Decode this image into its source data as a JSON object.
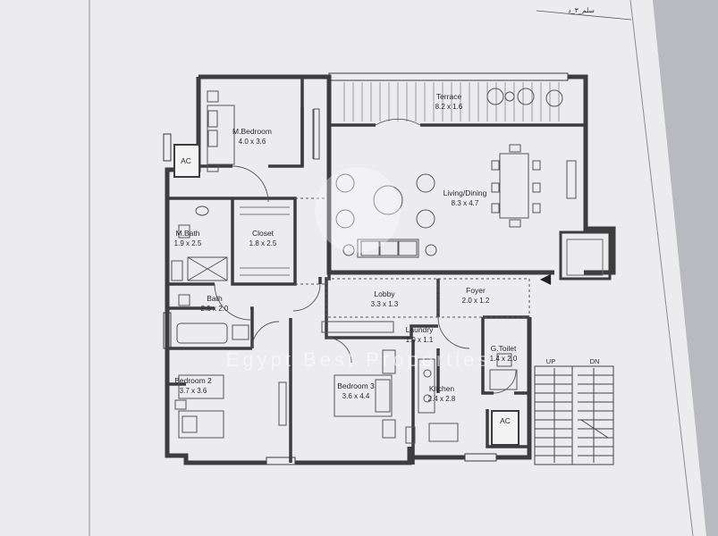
{
  "header_script": "سلم_٣_د",
  "watermark": "Egypt Best Properties",
  "entrance_arrow": "◀",
  "rooms": {
    "master_bedroom": {
      "name": "M.Bedroom",
      "size": "4.0 x 3.6"
    },
    "ac_top": {
      "name": "AC"
    },
    "terrace": {
      "name": "Terrace",
      "size": "8.2 x 1.6"
    },
    "living_dining": {
      "name": "Living/Dining",
      "size": "8.3 x 4.7"
    },
    "master_bath": {
      "name": "M.Bath",
      "size": "1.9 x 2.5"
    },
    "closet": {
      "name": "Closet",
      "size": "1.8 x 2.5"
    },
    "bath": {
      "name": "Bath",
      "size": "2.5 x 2.0"
    },
    "lobby": {
      "name": "Lobby",
      "size": "3.3 x 1.3"
    },
    "foyer": {
      "name": "Foyer",
      "size": "2.0 x 1.2"
    },
    "laundry": {
      "name": "Laundry",
      "size": "1.0 x 1.1"
    },
    "guest_toilet": {
      "name": "G.Toilet",
      "size": "1.4 x 2.0"
    },
    "bedroom2": {
      "name": "Bedroom 2",
      "size": "3.7 x 3.6"
    },
    "bedroom3": {
      "name": "Bedroom 3",
      "size": "3.6 x 4.4"
    },
    "kitchen": {
      "name": "Kitchen",
      "size": "2.4 x 2.8"
    },
    "ac_bottom": {
      "name": "AC"
    }
  },
  "stairs": {
    "up": "UP",
    "down": "DN"
  }
}
